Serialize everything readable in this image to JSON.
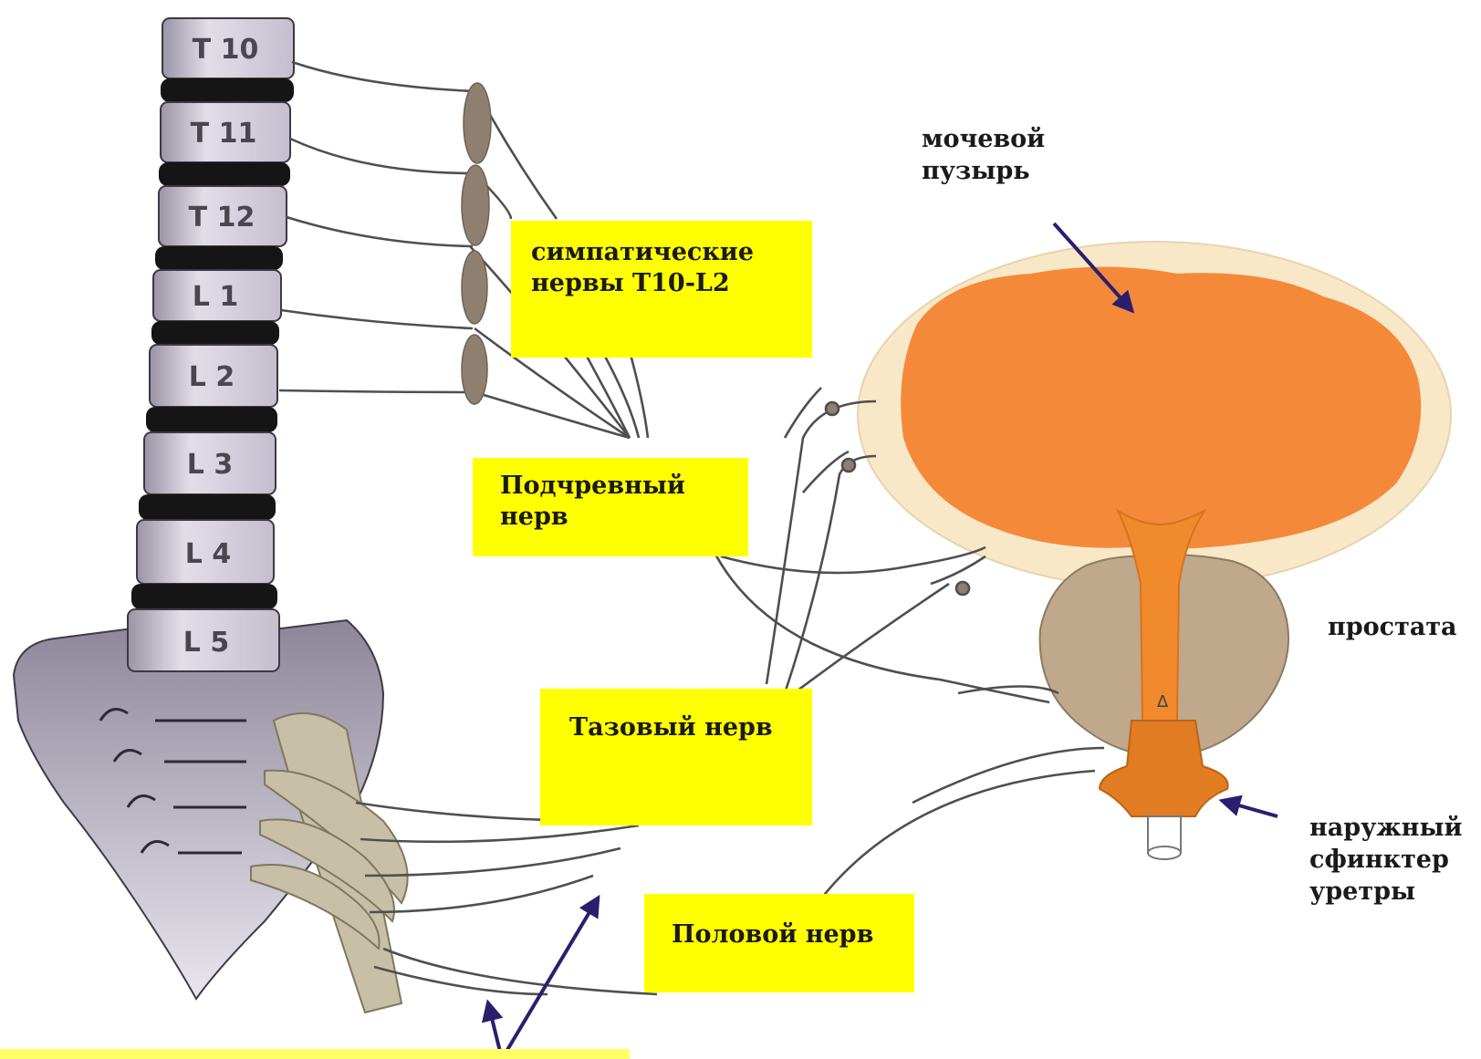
{
  "vertebrae": [
    "T 10",
    "T 11",
    "T 12",
    "L 1",
    "L 2",
    "L 3",
    "L 4",
    "L 5"
  ],
  "labels": {
    "sympathetic": [
      "симпатические",
      "нервы Т10-L2"
    ],
    "hypogastric": [
      "Подчревный",
      "нерв"
    ],
    "pelvic": "Тазовый нерв",
    "pudendal": "Половой нерв",
    "bladder": [
      "мочевой",
      "пузырь"
    ],
    "prostate": "простата",
    "sphincter": [
      "наружный",
      "сфинктер",
      "уретры"
    ],
    "urethra_mark": "Δ"
  },
  "colors": {
    "label_bg": "#ffff00",
    "bladder": "#f5893a",
    "bladder_wall": "#f8e8c8",
    "prostate": "#bfa88c",
    "sacrum": "#bdb5c6",
    "vertebra": "#d8d4de",
    "disc": "#151515",
    "nerve": "#4f4f4f",
    "arrow": "#2a1f6e"
  }
}
